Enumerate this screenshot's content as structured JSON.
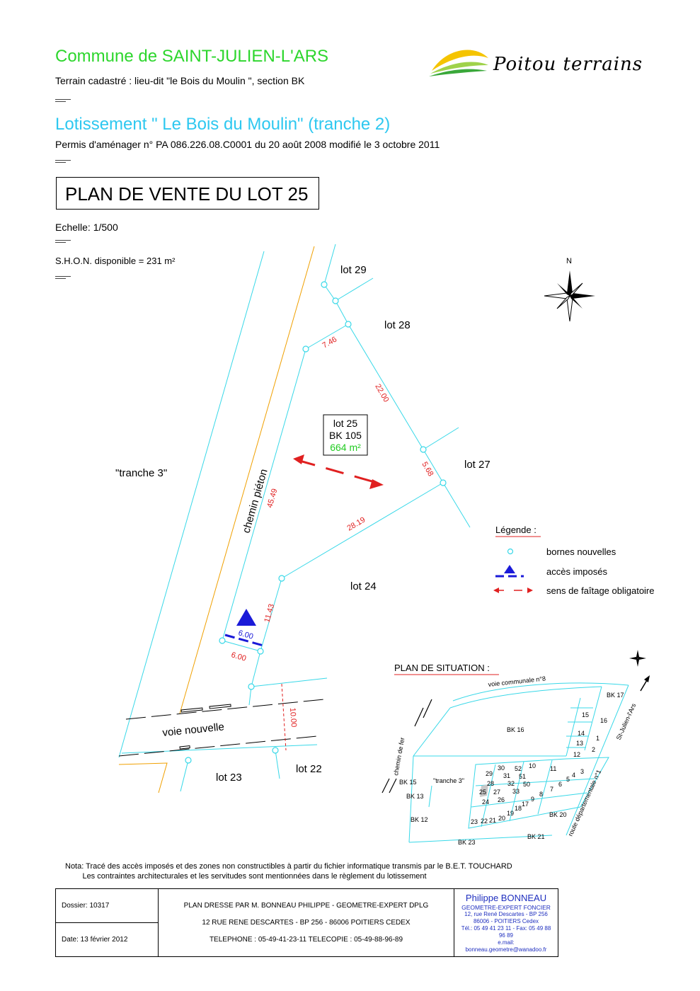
{
  "header": {
    "commune": "Commune de SAINT-JULIEN-L'ARS",
    "cadastre": "Terrain cadastré : lieu-dit \"le Bois du Moulin \", section BK",
    "lotissement": "Lotissement \" Le Bois du Moulin\"  (tranche 2)",
    "permis": "Permis d'aménager n° PA 086.226.08.C0001 du 20 août 2008 modifié le 3 octobre 2011",
    "plan_title": "PLAN DE VENTE DU LOT 25",
    "echelle": "Echelle: 1/500",
    "shon": "S.H.O.N. disponible = 231 m²"
  },
  "logo": {
    "text": "Poitou terrains",
    "colors": [
      "#f5c400",
      "#3aa83a"
    ]
  },
  "north": "N",
  "lot_info": {
    "lot": "lot 25",
    "ref": "BK 105",
    "area": "664 m²"
  },
  "lots": {
    "lot29": "lot 29",
    "lot28": "lot 28",
    "lot27": "lot 27",
    "lot24": "lot 24",
    "lot23": "lot 23",
    "lot22": "lot 22"
  },
  "areas": {
    "tranche3": "\"tranche 3\"",
    "chemin": "chemin piéton",
    "voie": "voie nouvelle"
  },
  "dims": {
    "d746": "7.46",
    "d2200": "22.00",
    "d568": "5.68",
    "d2819": "28.19",
    "d4549": "45.49",
    "d1143": "11.43",
    "d600": "6.00",
    "d600b": "6.00",
    "d1000": "10.00"
  },
  "legend": {
    "title": "Légende :",
    "bornes": "bornes nouvelles",
    "acces": "accès imposés",
    "faitage": "sens de faîtage obligatoire"
  },
  "situation": {
    "title": "PLAN DE SITUATION :",
    "voie_communale": "voie communale n°8",
    "route": "route départementale n°1",
    "st_julien": "St-Julien-l'Ars",
    "chemin_fer": "chemin de fer",
    "tranche3": "\"tranche 3\"",
    "parcels": [
      "BK 17",
      "BK 16",
      "BK 15",
      "BK 13",
      "BK 12",
      "BK 23",
      "BK 21",
      "BK 20"
    ],
    "lot_numbers": [
      "15",
      "16",
      "14",
      "1",
      "13",
      "2",
      "12",
      "3",
      "4",
      "5",
      "6",
      "7",
      "8",
      "9",
      "10",
      "11",
      "17",
      "18",
      "19",
      "20",
      "21",
      "22",
      "23",
      "24",
      "25",
      "26",
      "27",
      "28",
      "29",
      "30",
      "31",
      "32",
      "33",
      "50",
      "51",
      "52"
    ]
  },
  "nota": "Nota: Tracé des accès imposés et des zones non constructibles à partir du fichier informatique transmis par le B.E.T. TOUCHARD\n        Les contraintes architecturales et les servitudes sont mentionnées dans le règlement du lotissement",
  "footer": {
    "dossier": "Dossier: 10317",
    "date": "Date: 13 février 2012",
    "plan_by": "PLAN DRESSE PAR M. BONNEAU PHILIPPE - GEOMETRE-EXPERT DPLG",
    "address": "12 RUE RENE DESCARTES - BP 256 - 86006 POITIERS CEDEX",
    "phone": "TELEPHONE : 05-49-41-23-11  TELECOPIE : 05-49-88-96-89",
    "bonneau_name": "Philippe BONNEAU",
    "bonneau_title": "GEOMETRE-EXPERT FONCIER",
    "bonneau_addr1": "12, rue René Descartes - BP 256",
    "bonneau_addr2": "86006 - POITIERS Cedex",
    "bonneau_tel": "Tél.: 05 49 41 23 11 - Fax: 05 49 88 96 89",
    "bonneau_mail": "e.mail: bonneau.geometre@wanadoo.fr"
  },
  "colors": {
    "plot_line": "#38d8e8",
    "dim_text": "#e02020",
    "access": "#1a1ad8",
    "orange": "#f0a000",
    "green_area": "#22cc22"
  }
}
